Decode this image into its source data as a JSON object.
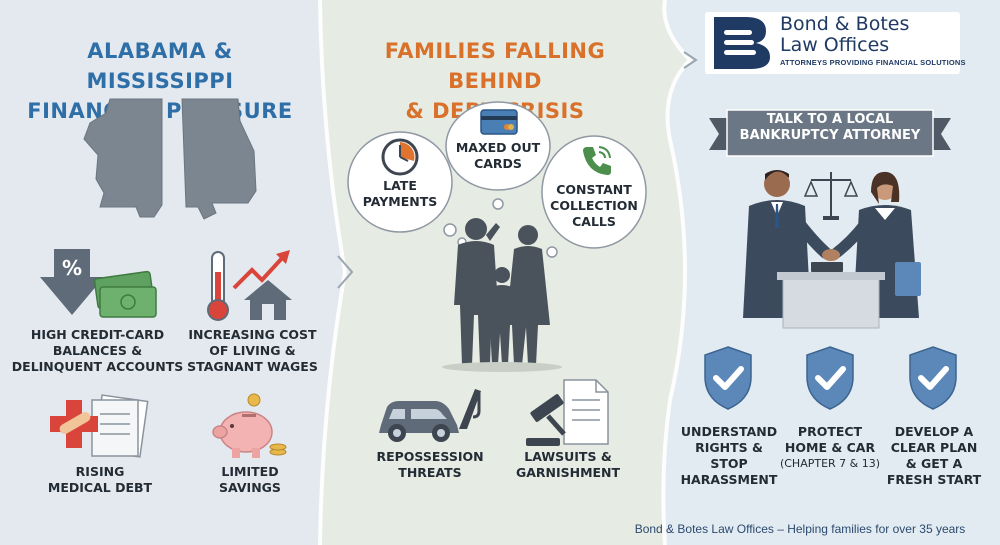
{
  "left": {
    "title_line1": "ALABAMA & MISSISSIPPI",
    "title_line2": "FINANCIAL PRESSURE",
    "items": [
      {
        "line1": "HIGH CREDIT-CARD",
        "line2": "BALANCES &",
        "line3": "DELINQUENT ACCOUNTS",
        "icon": "percent-arrow-cash-icon"
      },
      {
        "line1": "INCREASING COST",
        "line2": "OF LIVING &",
        "line3": "STAGNANT WAGES",
        "icon": "thermometer-house-icon"
      },
      {
        "line1": "RISING",
        "line2": "MEDICAL DEBT",
        "icon": "medical-bills-icon"
      },
      {
        "line1": "LIMITED",
        "line2": "SAVINGS",
        "icon": "piggy-bank-icon"
      }
    ]
  },
  "middle": {
    "title_line1": "FAMILIES FALLING BEHIND",
    "title_line2": "& DEBT CRISIS",
    "bubbles": [
      {
        "line1": "LATE",
        "line2": "PAYMENTS",
        "icon": "clock-icon"
      },
      {
        "line1": "MAXED OUT",
        "line2": "CARDS",
        "icon": "credit-card-icon"
      },
      {
        "line1": "CONSTANT",
        "line2": "COLLECTION",
        "line3": "CALLS",
        "icon": "phone-icon"
      }
    ],
    "items": [
      {
        "line1": "REPOSSESSION",
        "line2": "THREATS",
        "icon": "tow-truck-icon"
      },
      {
        "line1": "LAWSUITS &",
        "line2": "GARNISHMENT",
        "icon": "gavel-icon"
      }
    ]
  },
  "right": {
    "logo_line1": "Bond & Botes",
    "logo_line2": "Law Offices",
    "tagline": "ATTORNEYS PROVIDING FINANCIAL SOLUTIONS",
    "banner_line1": "TALK TO A LOCAL",
    "banner_line2": "BANKRUPTCY ATTORNEY",
    "shields": [
      {
        "line1": "UNDERSTAND",
        "line2": "RIGHTS & STOP",
        "line3": "HARASSMENT",
        "sub": ""
      },
      {
        "line1": "PROTECT",
        "line2": "HOME & CAR",
        "line3": "",
        "sub": "(CHAPTER 7 & 13)"
      },
      {
        "line1": "DEVELOP A",
        "line2": "CLEAR PLAN",
        "line3": "& GET A",
        "line4": "FRESH START",
        "sub": ""
      }
    ],
    "footer": "Bond & Botes Law Offices – Helping families for over 35 years"
  },
  "colors": {
    "navy": "#1f3a63",
    "blue_heading": "#2f6fa8",
    "orange_heading": "#d9712a",
    "shield_blue": "#5b88b8",
    "silhouette": "#4a525b"
  }
}
